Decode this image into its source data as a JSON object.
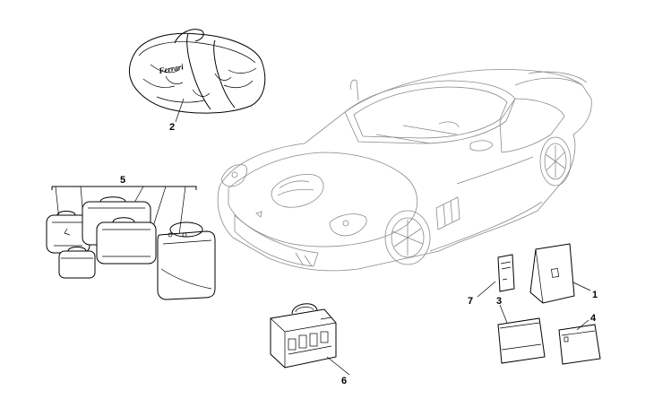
{
  "diagram": {
    "bag_logo": "Ferrari",
    "callouts": {
      "c1": "1",
      "c2": "2",
      "c3": "3",
      "c4": "4",
      "c5": "5",
      "c6": "6",
      "c7": "7"
    }
  }
}
